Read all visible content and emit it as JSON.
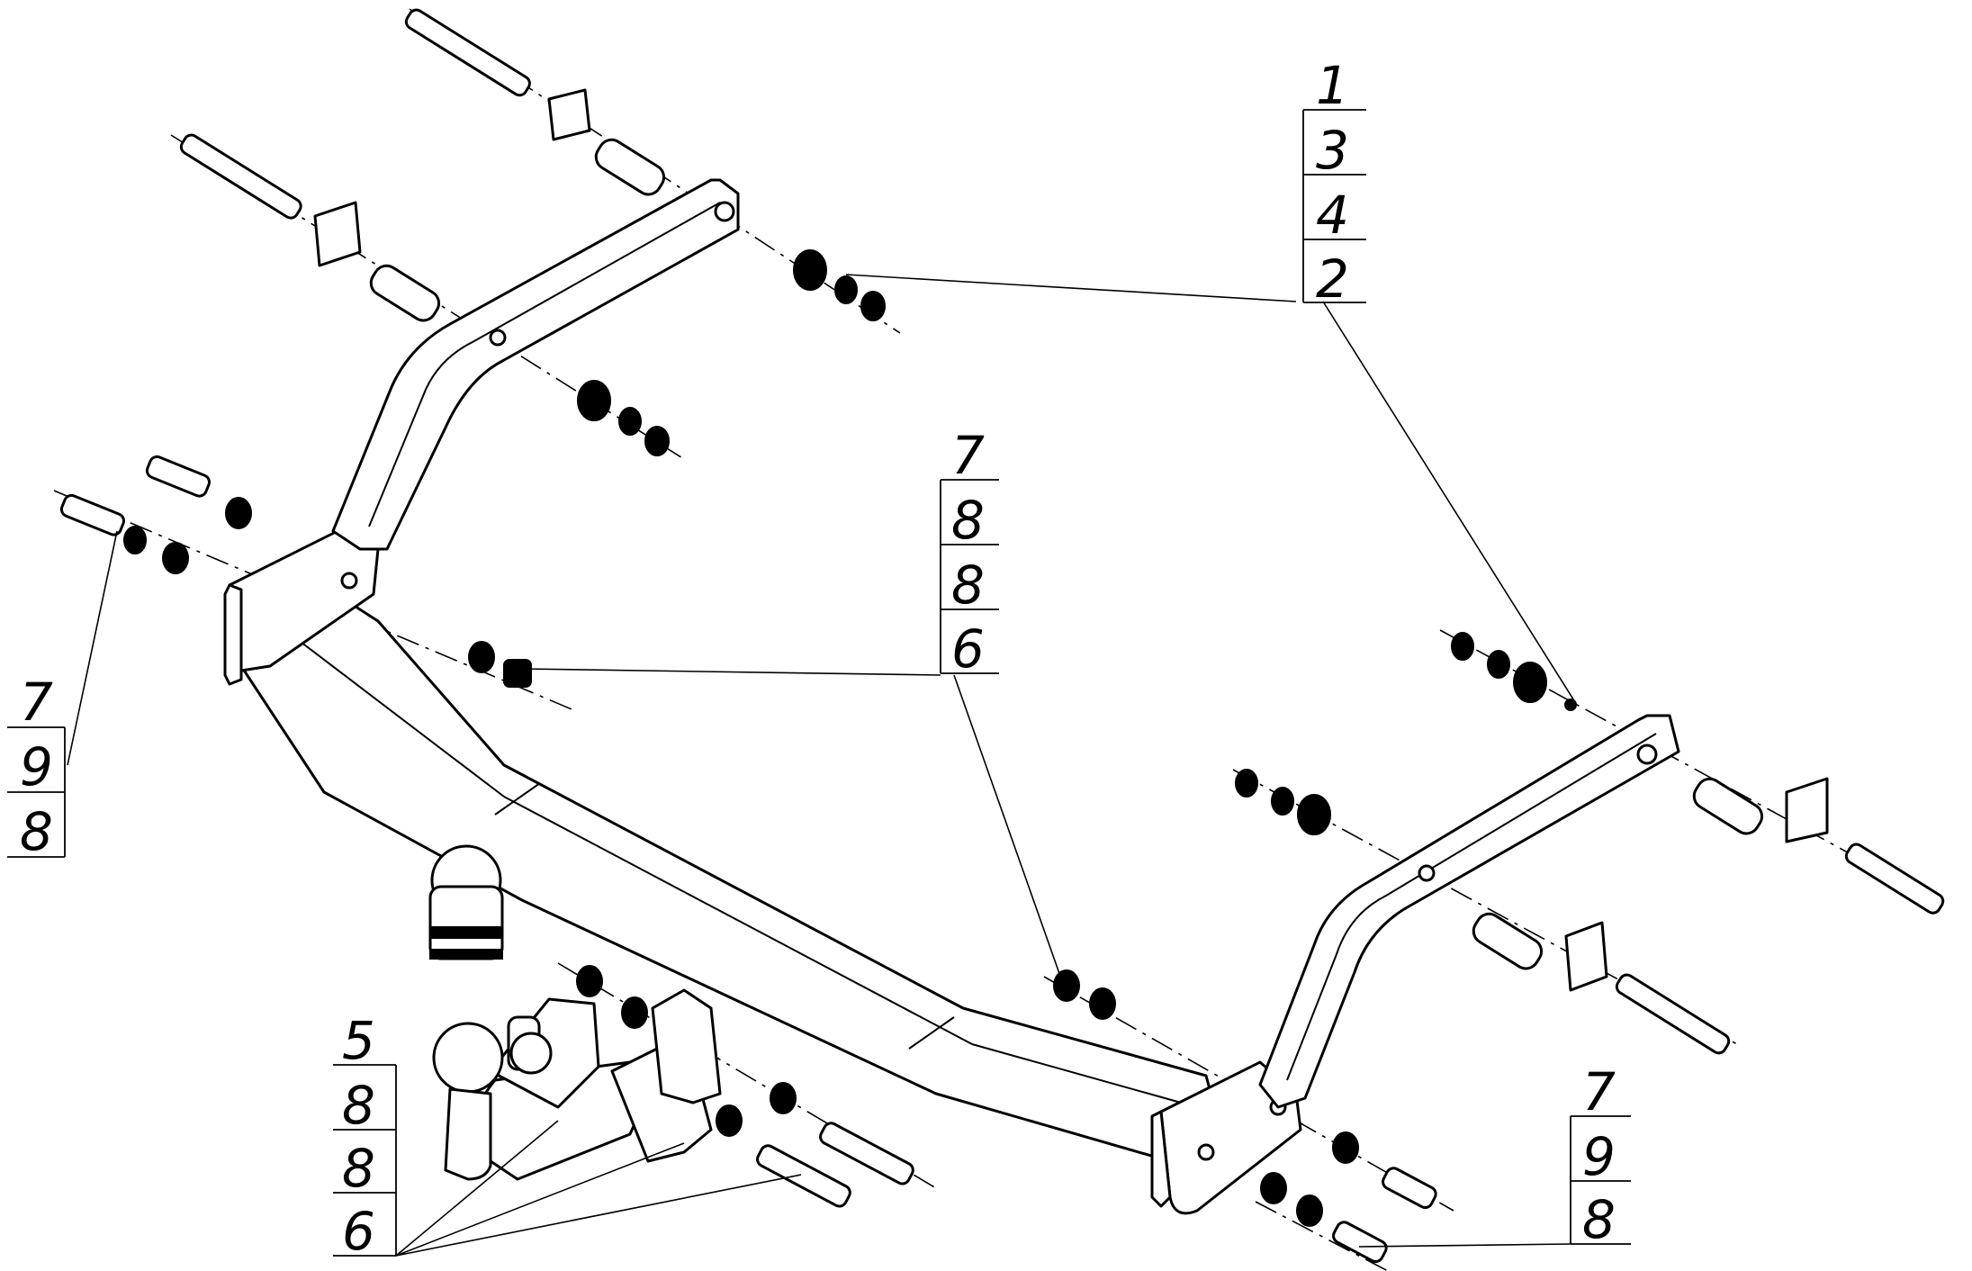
{
  "callouts": [
    {
      "id": "upper-right",
      "numbers": [
        "1",
        "3",
        "4",
        "2"
      ]
    },
    {
      "id": "center",
      "numbers": [
        "7",
        "8",
        "8",
        "6"
      ]
    },
    {
      "id": "left",
      "numbers": [
        "7",
        "9",
        "8"
      ]
    },
    {
      "id": "bottom-left",
      "numbers": [
        "5",
        "8",
        "8",
        "6"
      ]
    },
    {
      "id": "bottom-right",
      "numbers": [
        "7",
        "9",
        "8"
      ]
    }
  ]
}
